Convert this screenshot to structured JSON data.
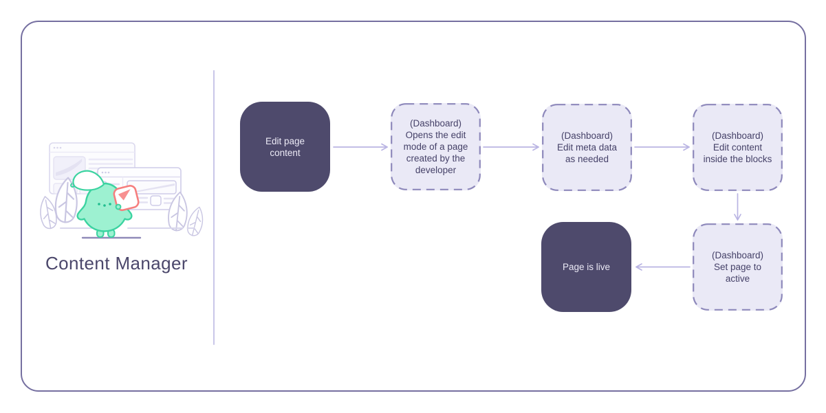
{
  "title": "Content Manager",
  "illustration": {
    "name": "content-manager-mascot",
    "description": "Teal mascot holding a coral card in front of two outlined browser windows with leafy plants"
  },
  "flow": {
    "nodes": [
      {
        "id": "edit-page-content",
        "type": "solid",
        "prefix": "",
        "label": "Edit page content"
      },
      {
        "id": "open-edit-mode",
        "type": "dashed",
        "prefix": "(Dashboard)",
        "label": "Opens the edit mode of a page created by the developer"
      },
      {
        "id": "edit-meta-data",
        "type": "dashed",
        "prefix": "(Dashboard)",
        "label": "Edit meta data as needed"
      },
      {
        "id": "edit-content-blocks",
        "type": "dashed",
        "prefix": "(Dashboard)",
        "label": "Edit content inside the blocks"
      },
      {
        "id": "set-page-active",
        "type": "dashed",
        "prefix": "(Dashboard)",
        "label": "Set page to active"
      },
      {
        "id": "page-is-live",
        "type": "solid",
        "prefix": "",
        "label": "Page is live"
      }
    ],
    "connectors": [
      {
        "from": "edit-page-content",
        "to": "open-edit-mode",
        "direction": "right"
      },
      {
        "from": "open-edit-mode",
        "to": "edit-meta-data",
        "direction": "right"
      },
      {
        "from": "edit-meta-data",
        "to": "edit-content-blocks",
        "direction": "right"
      },
      {
        "from": "edit-content-blocks",
        "to": "set-page-active",
        "direction": "down"
      },
      {
        "from": "set-page-active",
        "to": "page-is-live",
        "direction": "left"
      }
    ]
  },
  "colors": {
    "border": "#756fa0",
    "divider": "#c9c6e8",
    "solid_node_bg": "#4e4a6c",
    "solid_node_text": "#eceaf6",
    "dashed_node_bg": "#eae9f6",
    "dashed_node_border": "#8e89bb",
    "node_text": "#454168",
    "arrow": "#b9b4e3",
    "title": "#4b476b",
    "mascot": "#9df1d1",
    "mascot_stroke": "#3bd3a0",
    "card_accent": "#f67e7e"
  }
}
